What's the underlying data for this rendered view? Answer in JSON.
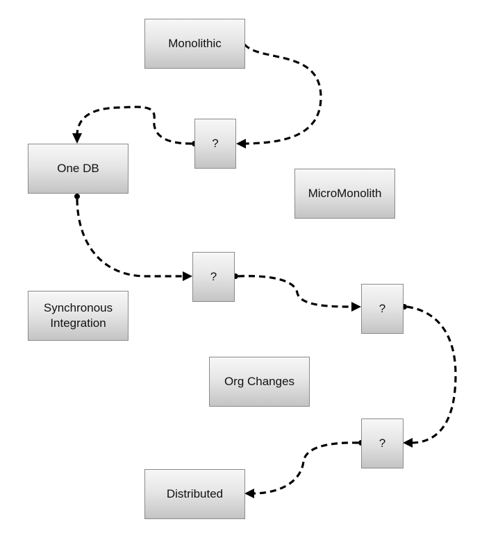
{
  "nodes": {
    "monolithic": {
      "label": "Monolithic"
    },
    "one_db": {
      "label": "One DB"
    },
    "micromonolith": {
      "label": "MicroMonolith"
    },
    "sync_integration": {
      "label": "Synchronous\nIntegration"
    },
    "org_changes": {
      "label": "Org Changes"
    },
    "distributed": {
      "label": "Distributed"
    },
    "unknown_1": {
      "label": "?"
    },
    "unknown_2": {
      "label": "?"
    },
    "unknown_3": {
      "label": "?"
    },
    "unknown_4": {
      "label": "?"
    }
  },
  "edges": [
    {
      "from": "monolithic",
      "to": "unknown_1"
    },
    {
      "from": "unknown_1",
      "to": "one_db"
    },
    {
      "from": "one_db",
      "to": "unknown_2"
    },
    {
      "from": "unknown_2",
      "to": "unknown_3"
    },
    {
      "from": "unknown_3",
      "to": "unknown_4"
    },
    {
      "from": "unknown_4",
      "to": "distributed"
    }
  ],
  "colors": {
    "edge": "#000000",
    "node_border": "#8a8a8a",
    "node_gradient_top": "#f7f7f7",
    "node_gradient_bottom": "#c4c4c4",
    "text": "#111111"
  }
}
